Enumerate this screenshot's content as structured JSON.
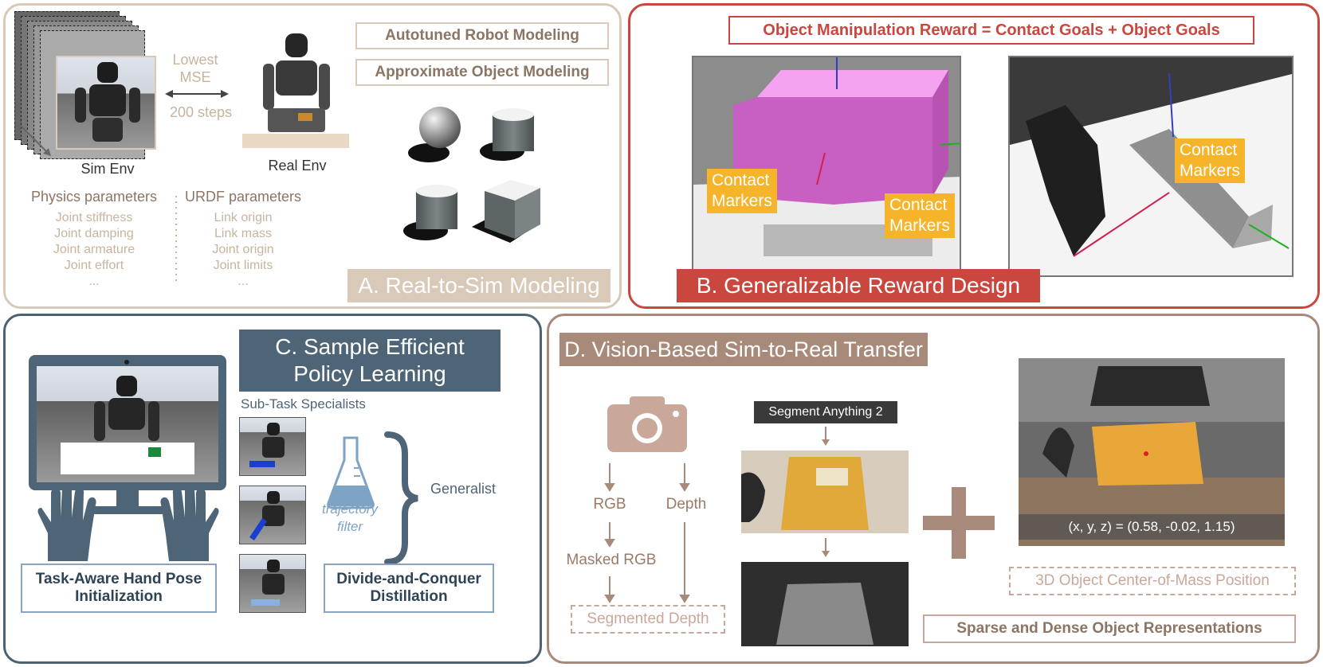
{
  "panel_a": {
    "title": "A. Real-to-Sim Modeling",
    "robot_modeling": "Autotuned Robot Modeling",
    "object_modeling": "Approximate Object Modeling",
    "lowest": "Lowest",
    "mse": "MSE",
    "steps": "200 steps",
    "sim_env": "Sim Env",
    "real_env": "Real Env",
    "physics_header": "Physics parameters",
    "physics_items": [
      "Joint stiffness",
      "Joint damping",
      "Joint armature",
      "Joint effort",
      "..."
    ],
    "urdf_header": "URDF parameters",
    "urdf_items": [
      "Link origin",
      "Link mass",
      "Joint origin",
      "Joint limits",
      "..."
    ]
  },
  "panel_b": {
    "title": "B. Generalizable Reward Design",
    "equation": "Object Manipulation Reward = Contact Goals + Object Goals",
    "contact_line1": "Contact",
    "contact_line2": "Markers"
  },
  "panel_c": {
    "title_line1": "C. Sample Efficient",
    "title_line2": "Policy Learning",
    "specialists": "Sub-Task Specialists",
    "filter_line1": "trajectory",
    "filter_line2": "filter",
    "generalist": "Generalist",
    "hand_pose_line1": "Task-Aware Hand Pose",
    "hand_pose_line2": "Initialization",
    "distill_line1": "Divide-and-Conquer",
    "distill_line2": "Distillation"
  },
  "panel_d": {
    "title": "D. Vision-Based Sim-to-Real Transfer",
    "rgb": "RGB",
    "depth": "Depth",
    "masked_rgb": "Masked RGB",
    "segmented_depth": "Segmented Depth",
    "sam": "Segment Anything 2",
    "coords": "(x, y, z) = (0.58, -0.02, 1.15)",
    "com": "3D Object Center-of-Mass Position",
    "sparse_dense": "Sparse and Dense Object Representations"
  },
  "colors": {
    "panel_a_border": "#d9c9b8",
    "panel_b_border": "#c9473f",
    "panel_c_border": "#4b6273",
    "panel_d_border": "#a88878",
    "panel_a_label_bg": "#d9c9b8",
    "panel_b_label_bg": "#c9473f",
    "panel_c_label_bg": "#4e6577",
    "panel_d_label_bg": "#a88a7a",
    "contact_marker": "#f5b42a"
  }
}
